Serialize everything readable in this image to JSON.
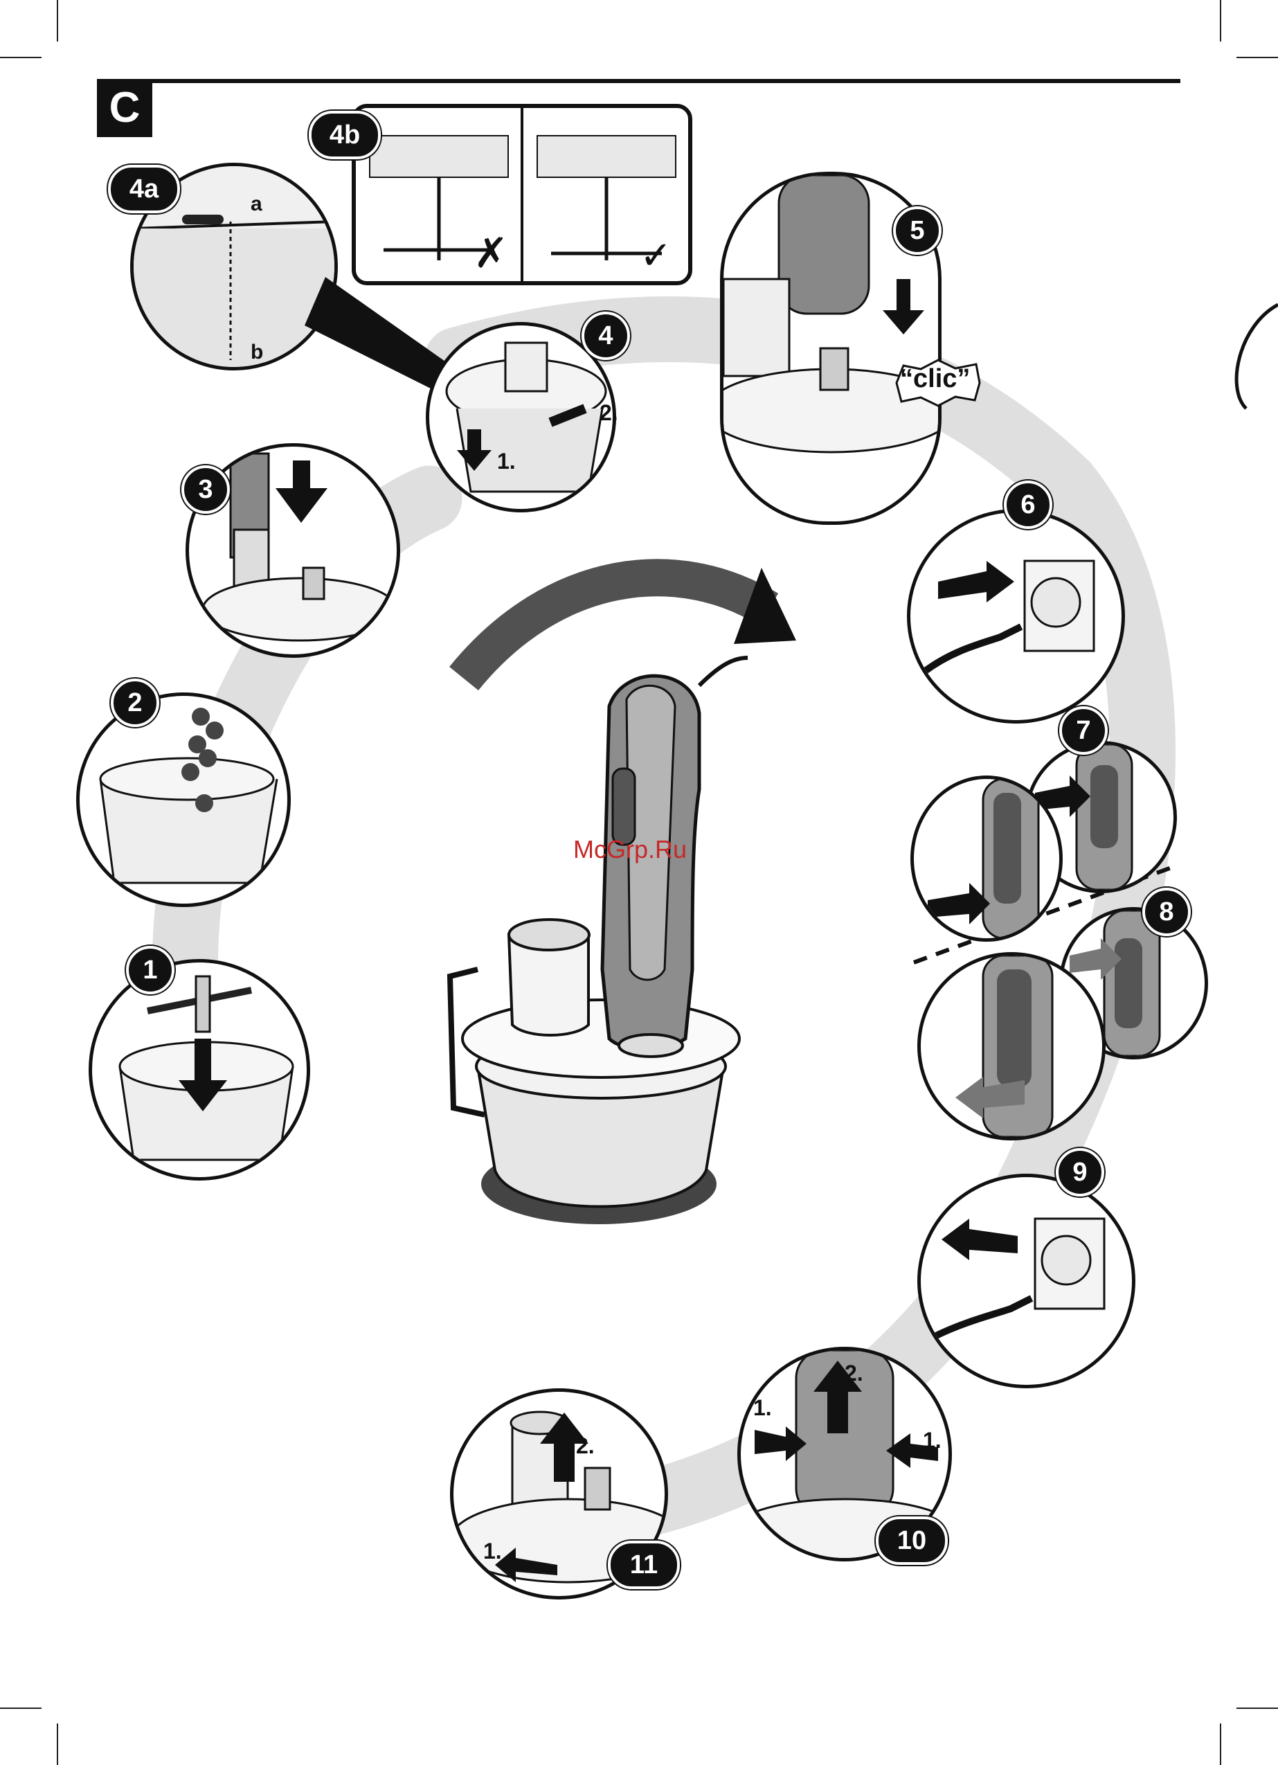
{
  "section": {
    "letter": "C"
  },
  "steps": {
    "s1": "1",
    "s2": "2",
    "s3": "3",
    "s4": "4",
    "s4a": "4a",
    "s4b": "4b",
    "s5": "5",
    "s6": "6",
    "s7": "7",
    "s8": "8",
    "s9": "9",
    "s10": "10",
    "s11": "11"
  },
  "labels": {
    "a": "a",
    "b": "b",
    "s4_sub1": "1.",
    "s4_sub2": "2.",
    "s10_sub1_left": "1.",
    "s10_sub1_right": "1.",
    "s10_sub2": "2.",
    "s11_sub1": "1.",
    "s11_sub2": "2.",
    "clic": "“clic”"
  },
  "watermark": "McGrp.Ru",
  "colors": {
    "ink": "#111111",
    "watermark": "#c62828",
    "swirl": "#d6d6d6"
  }
}
